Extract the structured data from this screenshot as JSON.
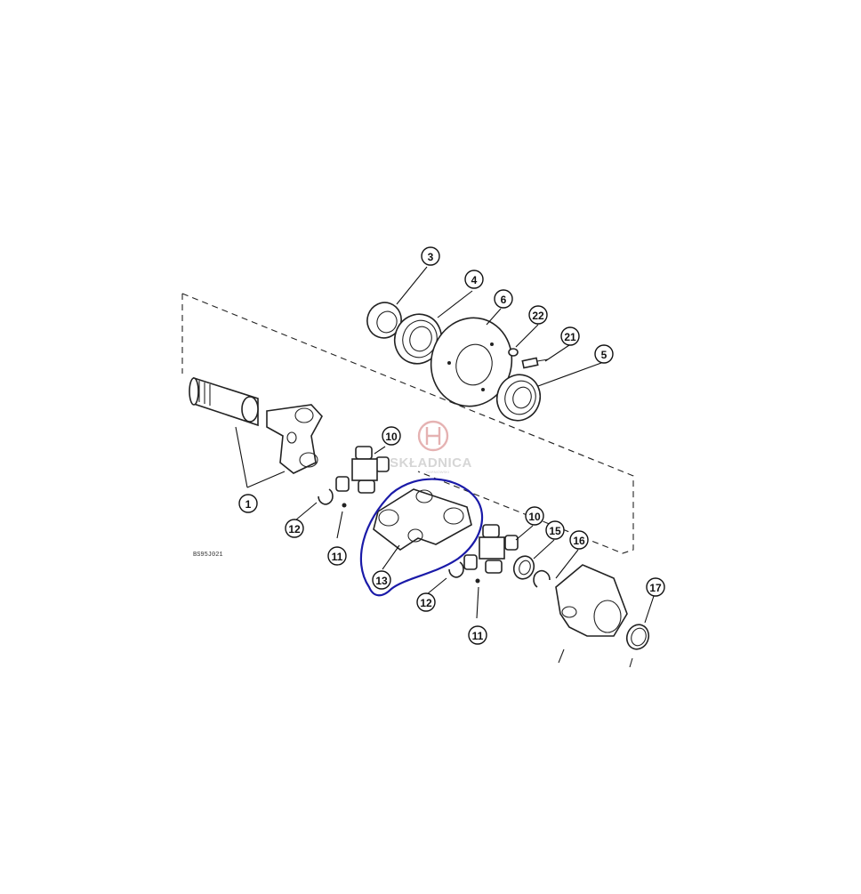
{
  "diagram": {
    "reference_code": "BS95J021",
    "watermark": {
      "brand": "SKŁADNICA",
      "sub": "GARNIOWSKI"
    },
    "callouts": [
      {
        "id": "c1",
        "label": "1"
      },
      {
        "id": "c3",
        "label": "3"
      },
      {
        "id": "c4",
        "label": "4"
      },
      {
        "id": "c5",
        "label": "5"
      },
      {
        "id": "c6",
        "label": "6"
      },
      {
        "id": "c10a",
        "label": "10"
      },
      {
        "id": "c10b",
        "label": "10"
      },
      {
        "id": "c11a",
        "label": "11"
      },
      {
        "id": "c11b",
        "label": "11"
      },
      {
        "id": "c12a",
        "label": "12"
      },
      {
        "id": "c12b",
        "label": "12"
      },
      {
        "id": "c13",
        "label": "13"
      },
      {
        "id": "c15",
        "label": "15"
      },
      {
        "id": "c16",
        "label": "16"
      },
      {
        "id": "c17",
        "label": "17"
      },
      {
        "id": "c21",
        "label": "21"
      },
      {
        "id": "c22",
        "label": "22"
      }
    ],
    "highlight_color": "#1a1aa8",
    "line_color": "#222222"
  }
}
